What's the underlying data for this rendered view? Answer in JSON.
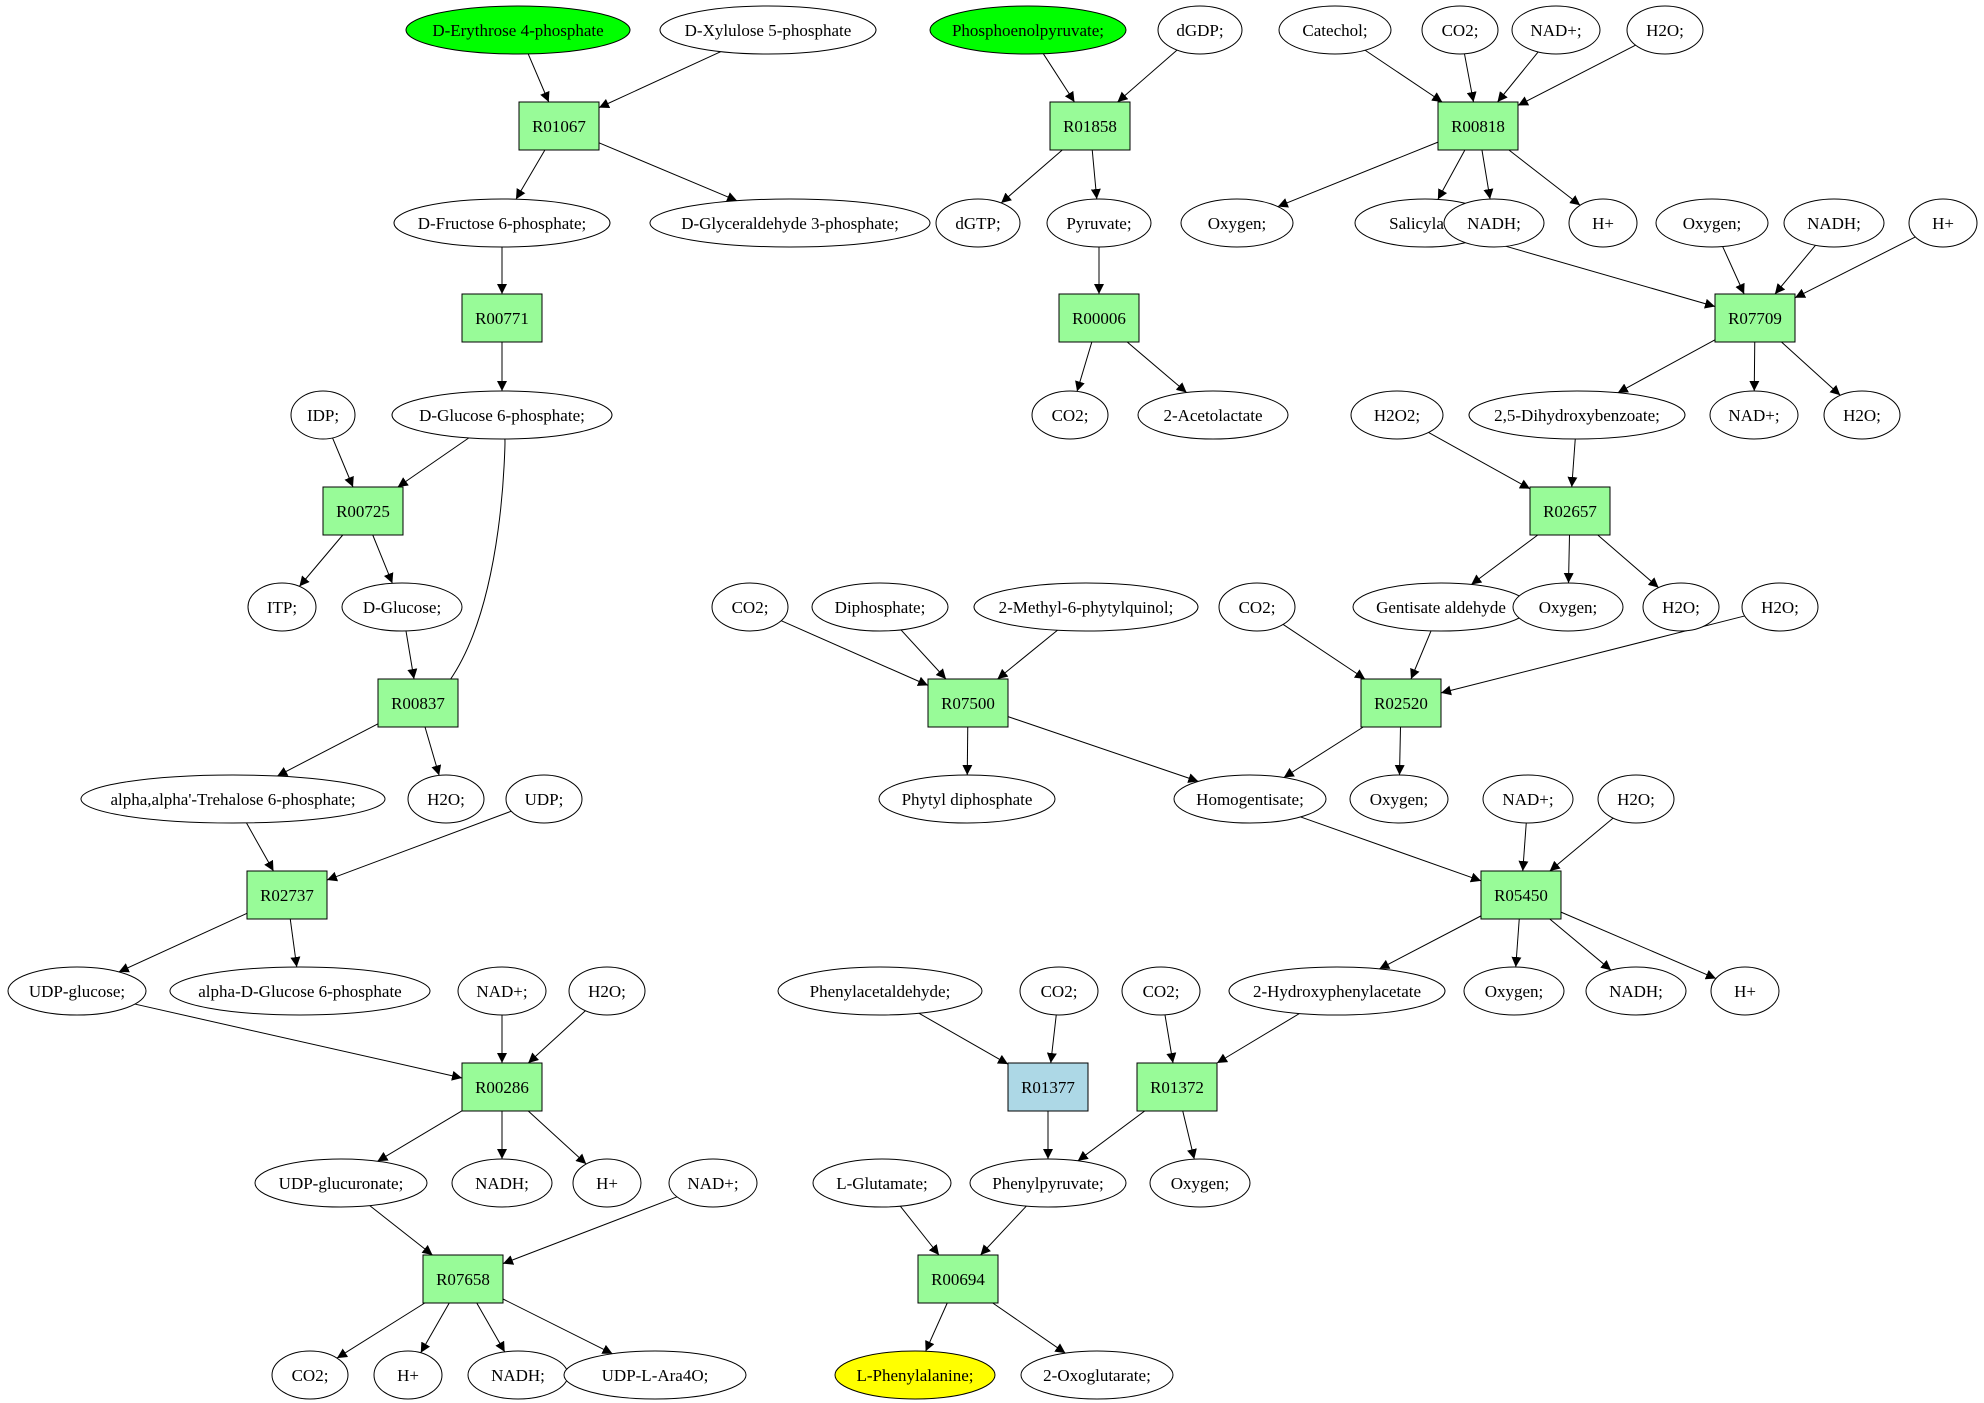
{
  "colors": {
    "reaction_default": "#98fb98",
    "reaction_highlight": "#add8e6",
    "molecule_default": "#ffffff",
    "molecule_source": "#00ff00",
    "molecule_target": "#ffff00",
    "stroke": "#000000"
  },
  "molecules": [
    {
      "id": "m1",
      "label": "D-Erythrose 4-phosphate",
      "role": "source"
    },
    {
      "id": "m2",
      "label": "D-Xylulose 5-phosphate"
    },
    {
      "id": "m3",
      "label": "D-Fructose 6-phosphate;"
    },
    {
      "id": "m4",
      "label": "D-Glyceraldehyde 3-phosphate;"
    },
    {
      "id": "m5",
      "label": "D-Glucose 6-phosphate;"
    },
    {
      "id": "m6",
      "label": "IDP;"
    },
    {
      "id": "m7",
      "label": "ITP;"
    },
    {
      "id": "m8",
      "label": "D-Glucose;"
    },
    {
      "id": "m9",
      "label": "alpha,alpha'-Trehalose 6-phosphate;"
    },
    {
      "id": "m10",
      "label": "H2O;"
    },
    {
      "id": "m11",
      "label": "UDP;"
    },
    {
      "id": "m12",
      "label": "UDP-glucose;"
    },
    {
      "id": "m13",
      "label": "alpha-D-Glucose 6-phosphate"
    },
    {
      "id": "m14",
      "label": "NAD+;"
    },
    {
      "id": "m15",
      "label": "H2O;"
    },
    {
      "id": "m16",
      "label": "UDP-glucuronate;"
    },
    {
      "id": "m17",
      "label": "NADH;"
    },
    {
      "id": "m18",
      "label": "H+"
    },
    {
      "id": "m19",
      "label": "NAD+;"
    },
    {
      "id": "m20",
      "label": "CO2;"
    },
    {
      "id": "m21",
      "label": "H+"
    },
    {
      "id": "m22",
      "label": "NADH;"
    },
    {
      "id": "m23",
      "label": "UDP-L-Ara4O;"
    },
    {
      "id": "m24",
      "label": "Phosphoenolpyruvate;",
      "role": "source"
    },
    {
      "id": "m25",
      "label": "dGDP;"
    },
    {
      "id": "m26",
      "label": "dGTP;"
    },
    {
      "id": "m27",
      "label": "Pyruvate;"
    },
    {
      "id": "m28",
      "label": "CO2;"
    },
    {
      "id": "m29",
      "label": "2-Acetolactate"
    },
    {
      "id": "m30",
      "label": "Catechol;"
    },
    {
      "id": "m31",
      "label": "CO2;"
    },
    {
      "id": "m32",
      "label": "NAD+;"
    },
    {
      "id": "m33",
      "label": "H2O;"
    },
    {
      "id": "m34",
      "label": "Oxygen;"
    },
    {
      "id": "m35",
      "label": "Salicylate;"
    },
    {
      "id": "m36",
      "label": "NADH;"
    },
    {
      "id": "m37",
      "label": "H+"
    },
    {
      "id": "m38",
      "label": "Oxygen;"
    },
    {
      "id": "m39",
      "label": "NADH;"
    },
    {
      "id": "m40",
      "label": "H+"
    },
    {
      "id": "m41",
      "label": "2,5-Dihydroxybenzoate;"
    },
    {
      "id": "m42",
      "label": "NAD+;"
    },
    {
      "id": "m43",
      "label": "H2O;"
    },
    {
      "id": "m44",
      "label": "H2O2;"
    },
    {
      "id": "m45",
      "label": "Gentisate aldehyde"
    },
    {
      "id": "m46",
      "label": "Oxygen;"
    },
    {
      "id": "m47",
      "label": "H2O;"
    },
    {
      "id": "m48",
      "label": "CO2;"
    },
    {
      "id": "m49",
      "label": "H2O;"
    },
    {
      "id": "m50",
      "label": "CO2;"
    },
    {
      "id": "m51",
      "label": "Diphosphate;"
    },
    {
      "id": "m52",
      "label": "2-Methyl-6-phytylquinol;"
    },
    {
      "id": "m53",
      "label": "Phytyl diphosphate"
    },
    {
      "id": "m54",
      "label": "Homogentisate;"
    },
    {
      "id": "m55",
      "label": "Oxygen;"
    },
    {
      "id": "m56",
      "label": "NAD+;"
    },
    {
      "id": "m57",
      "label": "H2O;"
    },
    {
      "id": "m58",
      "label": "2-Hydroxyphenylacetate"
    },
    {
      "id": "m59",
      "label": "Oxygen;"
    },
    {
      "id": "m60",
      "label": "NADH;"
    },
    {
      "id": "m61",
      "label": "H+"
    },
    {
      "id": "m62",
      "label": "Phenylacetaldehyde;"
    },
    {
      "id": "m63",
      "label": "CO2;"
    },
    {
      "id": "m64",
      "label": "CO2;"
    },
    {
      "id": "m65",
      "label": "L-Glutamate;"
    },
    {
      "id": "m66",
      "label": "Phenylpyruvate;"
    },
    {
      "id": "m67",
      "label": "Oxygen;"
    },
    {
      "id": "m68",
      "label": "L-Phenylalanine;",
      "role": "target"
    },
    {
      "id": "m69",
      "label": "2-Oxoglutarate;"
    }
  ],
  "reactions": [
    {
      "id": "R01067",
      "label": "R01067"
    },
    {
      "id": "R00771",
      "label": "R00771"
    },
    {
      "id": "R00725",
      "label": "R00725"
    },
    {
      "id": "R00837",
      "label": "R00837"
    },
    {
      "id": "R02737",
      "label": "R02737"
    },
    {
      "id": "R00286",
      "label": "R00286"
    },
    {
      "id": "R07658",
      "label": "R07658"
    },
    {
      "id": "R01858",
      "label": "R01858"
    },
    {
      "id": "R00006",
      "label": "R00006"
    },
    {
      "id": "R00818",
      "label": "R00818"
    },
    {
      "id": "R07709",
      "label": "R07709"
    },
    {
      "id": "R02657",
      "label": "R02657"
    },
    {
      "id": "R02520",
      "label": "R02520"
    },
    {
      "id": "R07500",
      "label": "R07500"
    },
    {
      "id": "R05450",
      "label": "R05450"
    },
    {
      "id": "R01377",
      "label": "R01377",
      "role": "highlight"
    },
    {
      "id": "R01372",
      "label": "R01372"
    },
    {
      "id": "R00694",
      "label": "R00694"
    }
  ],
  "edges": [
    [
      "m1",
      "R01067"
    ],
    [
      "m2",
      "R01067"
    ],
    [
      "R01067",
      "m3"
    ],
    [
      "R01067",
      "m4"
    ],
    [
      "m3",
      "R00771"
    ],
    [
      "R00771",
      "m5"
    ],
    [
      "m6",
      "R00725"
    ],
    [
      "m5",
      "R00725"
    ],
    [
      "R00725",
      "m7"
    ],
    [
      "R00725",
      "m8"
    ],
    [
      "m8",
      "R00837"
    ],
    [
      "m5",
      "R00837"
    ],
    [
      "R00837",
      "m9"
    ],
    [
      "R00837",
      "m10"
    ],
    [
      "m9",
      "R02737"
    ],
    [
      "m11",
      "R02737"
    ],
    [
      "R02737",
      "m12"
    ],
    [
      "R02737",
      "m13"
    ],
    [
      "m12",
      "R00286"
    ],
    [
      "m14",
      "R00286"
    ],
    [
      "m15",
      "R00286"
    ],
    [
      "R00286",
      "m16"
    ],
    [
      "R00286",
      "m17"
    ],
    [
      "R00286",
      "m18"
    ],
    [
      "m16",
      "R07658"
    ],
    [
      "m19",
      "R07658"
    ],
    [
      "R07658",
      "m20"
    ],
    [
      "R07658",
      "m21"
    ],
    [
      "R07658",
      "m22"
    ],
    [
      "R07658",
      "m23"
    ],
    [
      "m24",
      "R01858"
    ],
    [
      "m25",
      "R01858"
    ],
    [
      "R01858",
      "m26"
    ],
    [
      "R01858",
      "m27"
    ],
    [
      "m27",
      "R00006"
    ],
    [
      "R00006",
      "m28"
    ],
    [
      "R00006",
      "m29"
    ],
    [
      "m30",
      "R00818"
    ],
    [
      "m31",
      "R00818"
    ],
    [
      "m32",
      "R00818"
    ],
    [
      "m33",
      "R00818"
    ],
    [
      "R00818",
      "m34"
    ],
    [
      "R00818",
      "m35"
    ],
    [
      "R00818",
      "m36"
    ],
    [
      "R00818",
      "m37"
    ],
    [
      "m35",
      "R07709"
    ],
    [
      "m38",
      "R07709"
    ],
    [
      "m39",
      "R07709"
    ],
    [
      "m40",
      "R07709"
    ],
    [
      "R07709",
      "m41"
    ],
    [
      "R07709",
      "m42"
    ],
    [
      "R07709",
      "m43"
    ],
    [
      "m44",
      "R02657"
    ],
    [
      "m41",
      "R02657"
    ],
    [
      "R02657",
      "m45"
    ],
    [
      "R02657",
      "m46"
    ],
    [
      "R02657",
      "m47"
    ],
    [
      "m48",
      "R02520"
    ],
    [
      "m45",
      "R02520"
    ],
    [
      "m49",
      "R02520"
    ],
    [
      "R02520",
      "m54"
    ],
    [
      "R02520",
      "m55"
    ],
    [
      "m50",
      "R07500"
    ],
    [
      "m51",
      "R07500"
    ],
    [
      "m52",
      "R07500"
    ],
    [
      "R07500",
      "m53"
    ],
    [
      "R07500",
      "m54"
    ],
    [
      "m54",
      "R05450"
    ],
    [
      "m56",
      "R05450"
    ],
    [
      "m57",
      "R05450"
    ],
    [
      "R05450",
      "m58"
    ],
    [
      "R05450",
      "m59"
    ],
    [
      "R05450",
      "m60"
    ],
    [
      "R05450",
      "m61"
    ],
    [
      "m62",
      "R01377"
    ],
    [
      "m63",
      "R01377"
    ],
    [
      "R01377",
      "m66"
    ],
    [
      "m64",
      "R01372"
    ],
    [
      "m58",
      "R01372"
    ],
    [
      "R01372",
      "m66"
    ],
    [
      "R01372",
      "m67"
    ],
    [
      "m65",
      "R00694"
    ],
    [
      "m66",
      "R00694"
    ],
    [
      "R00694",
      "m68"
    ],
    [
      "R00694",
      "m69"
    ]
  ]
}
